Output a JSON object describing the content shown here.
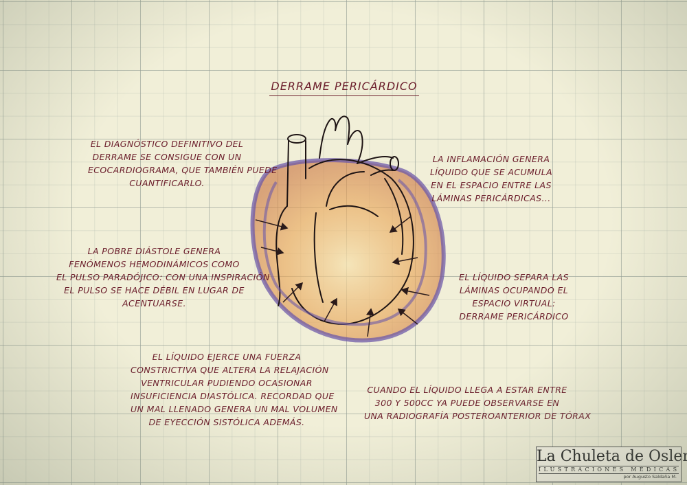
{
  "title": "Derrame pericárdico",
  "notes": {
    "diagnosis": [
      "El diagnóstico definitivo del",
      "derrame se consigue con un",
      "ecocardiograma, que también puede",
      "cuantificarlo."
    ],
    "inflammation": [
      "La inflamación genera",
      "líquido que se acumula",
      "en el espacio entre las",
      "láminas pericárdicas..."
    ],
    "diastole": [
      "La pobre diástole genera",
      "fenómenos hemodinámicos como",
      "el pulso paradójico: con una inspiración",
      "el pulso se hace débil en lugar de",
      "acentuarse."
    ],
    "separation": [
      "El líquido separa las",
      "láminas ocupando el",
      "espacio virtual:",
      "derrame pericárdico"
    ],
    "constrictive": [
      "El líquido ejerce una fuerza",
      "constrictiva que altera la relajación",
      "ventricular pudiendo ocasionar",
      "insuficiencia diastólica. Recordad que",
      "un mal llenado genera un mal volumen",
      "de eyección sistólica además."
    ],
    "radiography": [
      "Cuando el líquido llega a estar entre",
      "300 y 500cc ya puede observarse en",
      "una radiografía posteroanterior de tórax"
    ]
  },
  "logo": {
    "main": "La Chuleta de Osler",
    "sub": "ILUSTRACIONES MÉDICAS",
    "author": "por Augusto Saldaña M."
  },
  "colors": {
    "text": "#6a1c2a",
    "pericardium": "#6e5aa8",
    "effusion": "#d88a3a",
    "grid": "#9aa59a",
    "paper": "#f1efd8"
  }
}
